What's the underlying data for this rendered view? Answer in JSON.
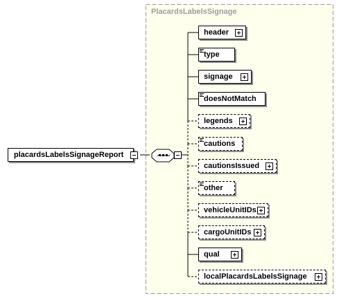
{
  "diagram": {
    "group_title": "PlacardsLabelsSignage",
    "root_label": "placardsLabelsSignageReport",
    "children": [
      {
        "label": "header",
        "optional": false,
        "expandable": true,
        "text_only": false
      },
      {
        "label": "type",
        "optional": false,
        "expandable": false,
        "text_only": true
      },
      {
        "label": "signage",
        "optional": false,
        "expandable": true,
        "text_only": false
      },
      {
        "label": "doesNotMatch",
        "optional": false,
        "expandable": false,
        "text_only": true
      },
      {
        "label": "legends",
        "optional": true,
        "expandable": true,
        "text_only": false
      },
      {
        "label": "cautions",
        "optional": true,
        "expandable": false,
        "text_only": true
      },
      {
        "label": "cautionsIssued",
        "optional": true,
        "expandable": true,
        "text_only": false
      },
      {
        "label": "other",
        "optional": true,
        "expandable": false,
        "text_only": true
      },
      {
        "label": "vehicleUnitIDs",
        "optional": true,
        "expandable": true,
        "text_only": false
      },
      {
        "label": "cargoUnitIDs",
        "optional": true,
        "expandable": true,
        "text_only": false
      },
      {
        "label": "qual",
        "optional": false,
        "expandable": true,
        "text_only": false
      },
      {
        "label": "localPlacardsLabelsSignage",
        "optional": true,
        "expandable": true,
        "text_only": false
      }
    ]
  }
}
